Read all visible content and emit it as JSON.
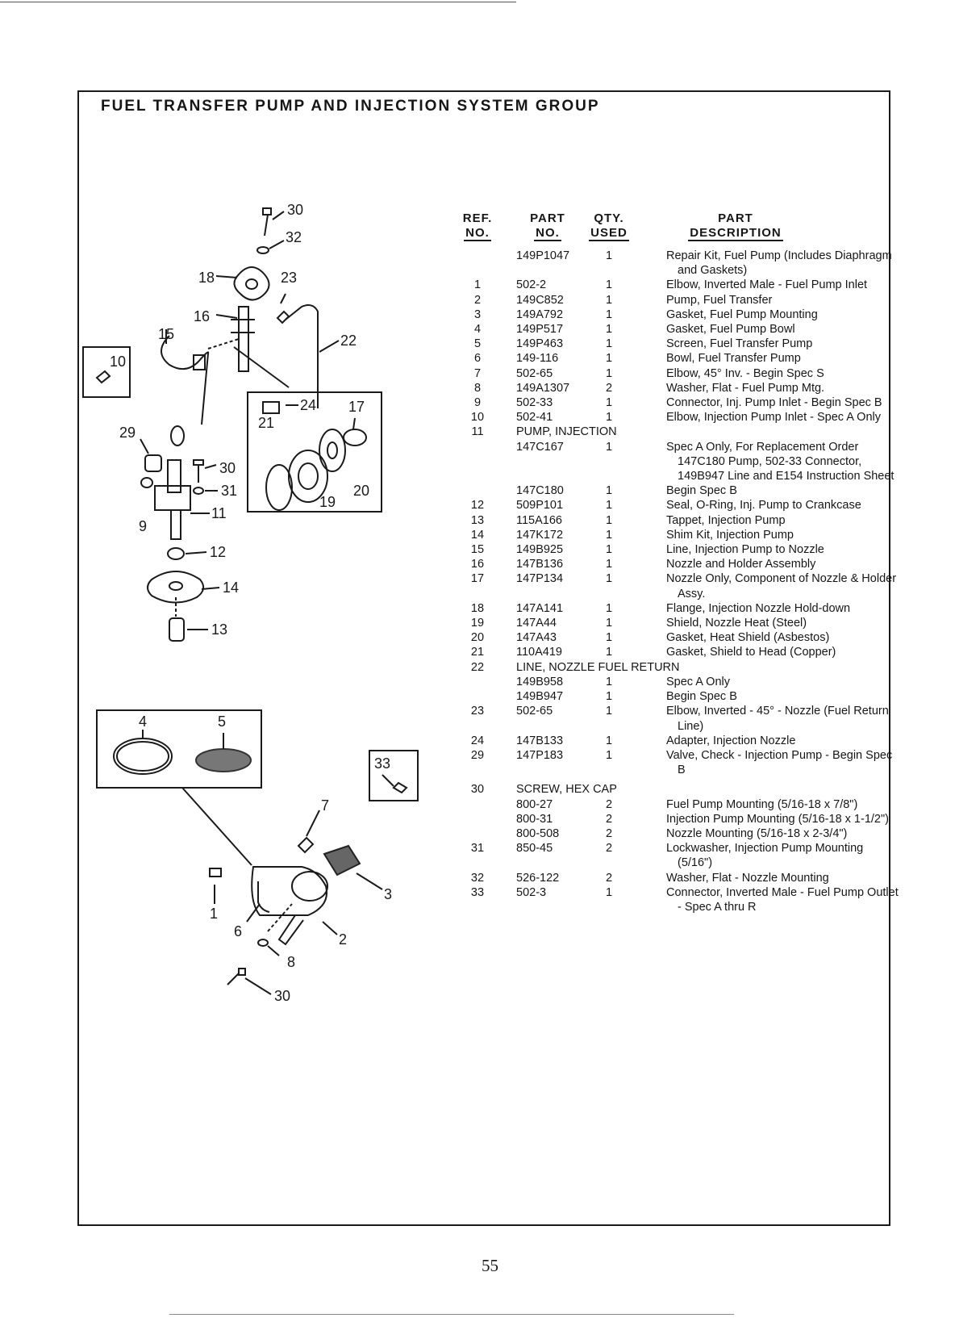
{
  "title": "FUEL TRANSFER PUMP AND INJECTION SYSTEM GROUP",
  "page_number": "55",
  "table_header": {
    "ref_no": "REF. NO.",
    "part_no": "PART NO.",
    "qty_used": "QTY. USED",
    "description": "PART DESCRIPTION"
  },
  "parts": [
    {
      "ref": "",
      "part": "149P1047",
      "qty": "1",
      "desc": "Repair Kit, Fuel Pump (Includes Diaphragm and Gaskets)"
    },
    {
      "ref": "1",
      "part": "502-2",
      "qty": "1",
      "desc": "Elbow, Inverted Male - Fuel Pump Inlet"
    },
    {
      "ref": "2",
      "part": "149C852",
      "qty": "1",
      "desc": "Pump, Fuel Transfer"
    },
    {
      "ref": "3",
      "part": "149A792",
      "qty": "1",
      "desc": "Gasket, Fuel Pump Mounting"
    },
    {
      "ref": "4",
      "part": "149P517",
      "qty": "1",
      "desc": "Gasket, Fuel Pump Bowl"
    },
    {
      "ref": "5",
      "part": "149P463",
      "qty": "1",
      "desc": "Screen, Fuel Transfer Pump"
    },
    {
      "ref": "6",
      "part": "149-116",
      "qty": "1",
      "desc": "Bowl, Fuel Transfer Pump"
    },
    {
      "ref": "7",
      "part": "502-65",
      "qty": "1",
      "desc": "Elbow, 45° Inv. - Begin Spec S"
    },
    {
      "ref": "8",
      "part": "149A1307",
      "qty": "2",
      "desc": "Washer, Flat - Fuel Pump Mtg."
    },
    {
      "ref": "9",
      "part": "502-33",
      "qty": "1",
      "desc": "Connector, Inj. Pump Inlet - Begin Spec B"
    },
    {
      "ref": "10",
      "part": "502-41",
      "qty": "1",
      "desc": "Elbow, Injection Pump Inlet - Spec A Only"
    },
    {
      "ref": "11",
      "group": "PUMP, INJECTION"
    },
    {
      "ref": "",
      "part": "147C167",
      "qty": "1",
      "desc": "Spec A Only, For Replacement Order 147C180 Pump, 502-33 Connector, 149B947 Line and E154 Instruction Sheet"
    },
    {
      "ref": "",
      "part": "147C180",
      "qty": "1",
      "desc": "Begin Spec B"
    },
    {
      "ref": "12",
      "part": "509P101",
      "qty": "1",
      "desc": "Seal, O-Ring, Inj. Pump to Crankcase"
    },
    {
      "ref": "13",
      "part": "115A166",
      "qty": "1",
      "desc": "Tappet, Injection Pump"
    },
    {
      "ref": "14",
      "part": "147K172",
      "qty": "1",
      "desc": "Shim Kit, Injection Pump"
    },
    {
      "ref": "15",
      "part": "149B925",
      "qty": "1",
      "desc": "Line, Injection Pump to Nozzle"
    },
    {
      "ref": "16",
      "part": "147B136",
      "qty": "1",
      "desc": "Nozzle and Holder Assembly"
    },
    {
      "ref": "17",
      "part": "147P134",
      "qty": "1",
      "desc": "Nozzle Only, Component of Nozzle & Holder Assy."
    },
    {
      "ref": "18",
      "part": "147A141",
      "qty": "1",
      "desc": "Flange, Injection Nozzle Hold-down"
    },
    {
      "ref": "19",
      "part": "147A44",
      "qty": "1",
      "desc": "Shield, Nozzle Heat (Steel)"
    },
    {
      "ref": "20",
      "part": "147A43",
      "qty": "1",
      "desc": "Gasket, Heat Shield (Asbestos)"
    },
    {
      "ref": "21",
      "part": "110A419",
      "qty": "1",
      "desc": "Gasket, Shield to Head (Copper)"
    },
    {
      "ref": "22",
      "group": "LINE, NOZZLE FUEL RETURN"
    },
    {
      "ref": "",
      "part": "149B958",
      "qty": "1",
      "desc": "Spec A Only"
    },
    {
      "ref": "",
      "part": "149B947",
      "qty": "1",
      "desc": "Begin Spec B"
    },
    {
      "ref": "23",
      "part": "502-65",
      "qty": "1",
      "desc": "Elbow, Inverted - 45° - Nozzle (Fuel Return Line)"
    },
    {
      "ref": "24",
      "part": "147B133",
      "qty": "1",
      "desc": "Adapter, Injection Nozzle"
    },
    {
      "ref": "29",
      "part": "147P183",
      "qty": "1",
      "desc": "Valve, Check - Injection Pump - Begin Spec B"
    },
    {
      "ref": "30",
      "group": "SCREW, HEX CAP"
    },
    {
      "ref": "",
      "part": "800-27",
      "qty": "2",
      "desc": "Fuel Pump Mounting (5/16-18 x 7/8\")"
    },
    {
      "ref": "",
      "part": "800-31",
      "qty": "2",
      "desc": "Injection Pump Mounting (5/16-18 x 1-1/2\")"
    },
    {
      "ref": "",
      "part": "800-508",
      "qty": "2",
      "desc": "Nozzle Mounting (5/16-18 x 2-3/4\")"
    },
    {
      "ref": "31",
      "part": "850-45",
      "qty": "2",
      "desc": "Lockwasher, Injection Pump Mounting (5/16\")"
    },
    {
      "ref": "32",
      "part": "526-122",
      "qty": "2",
      "desc": "Washer, Flat - Nozzle Mounting"
    },
    {
      "ref": "33",
      "part": "502-3",
      "qty": "1",
      "desc": "Connector, Inverted Male - Fuel Pump Outlet - Spec A thru R"
    }
  ],
  "diagram_callouts": {
    "c30a": "30",
    "c32": "32",
    "c18": "18",
    "c23": "23",
    "c16": "16",
    "c15": "15",
    "c22": "22",
    "c10": "10",
    "c24": "24",
    "c17": "17",
    "c21": "21",
    "c29": "29",
    "c30b": "30",
    "c31": "31",
    "c19": "19",
    "c20": "20",
    "c11": "11",
    "c9": "9",
    "c12": "12",
    "c14": "14",
    "c13": "13",
    "c4": "4",
    "c5": "5",
    "c33": "33",
    "c7": "7",
    "c3": "3",
    "c1": "1",
    "c2": "2",
    "c6": "6",
    "c8": "8",
    "c30c": "30"
  }
}
